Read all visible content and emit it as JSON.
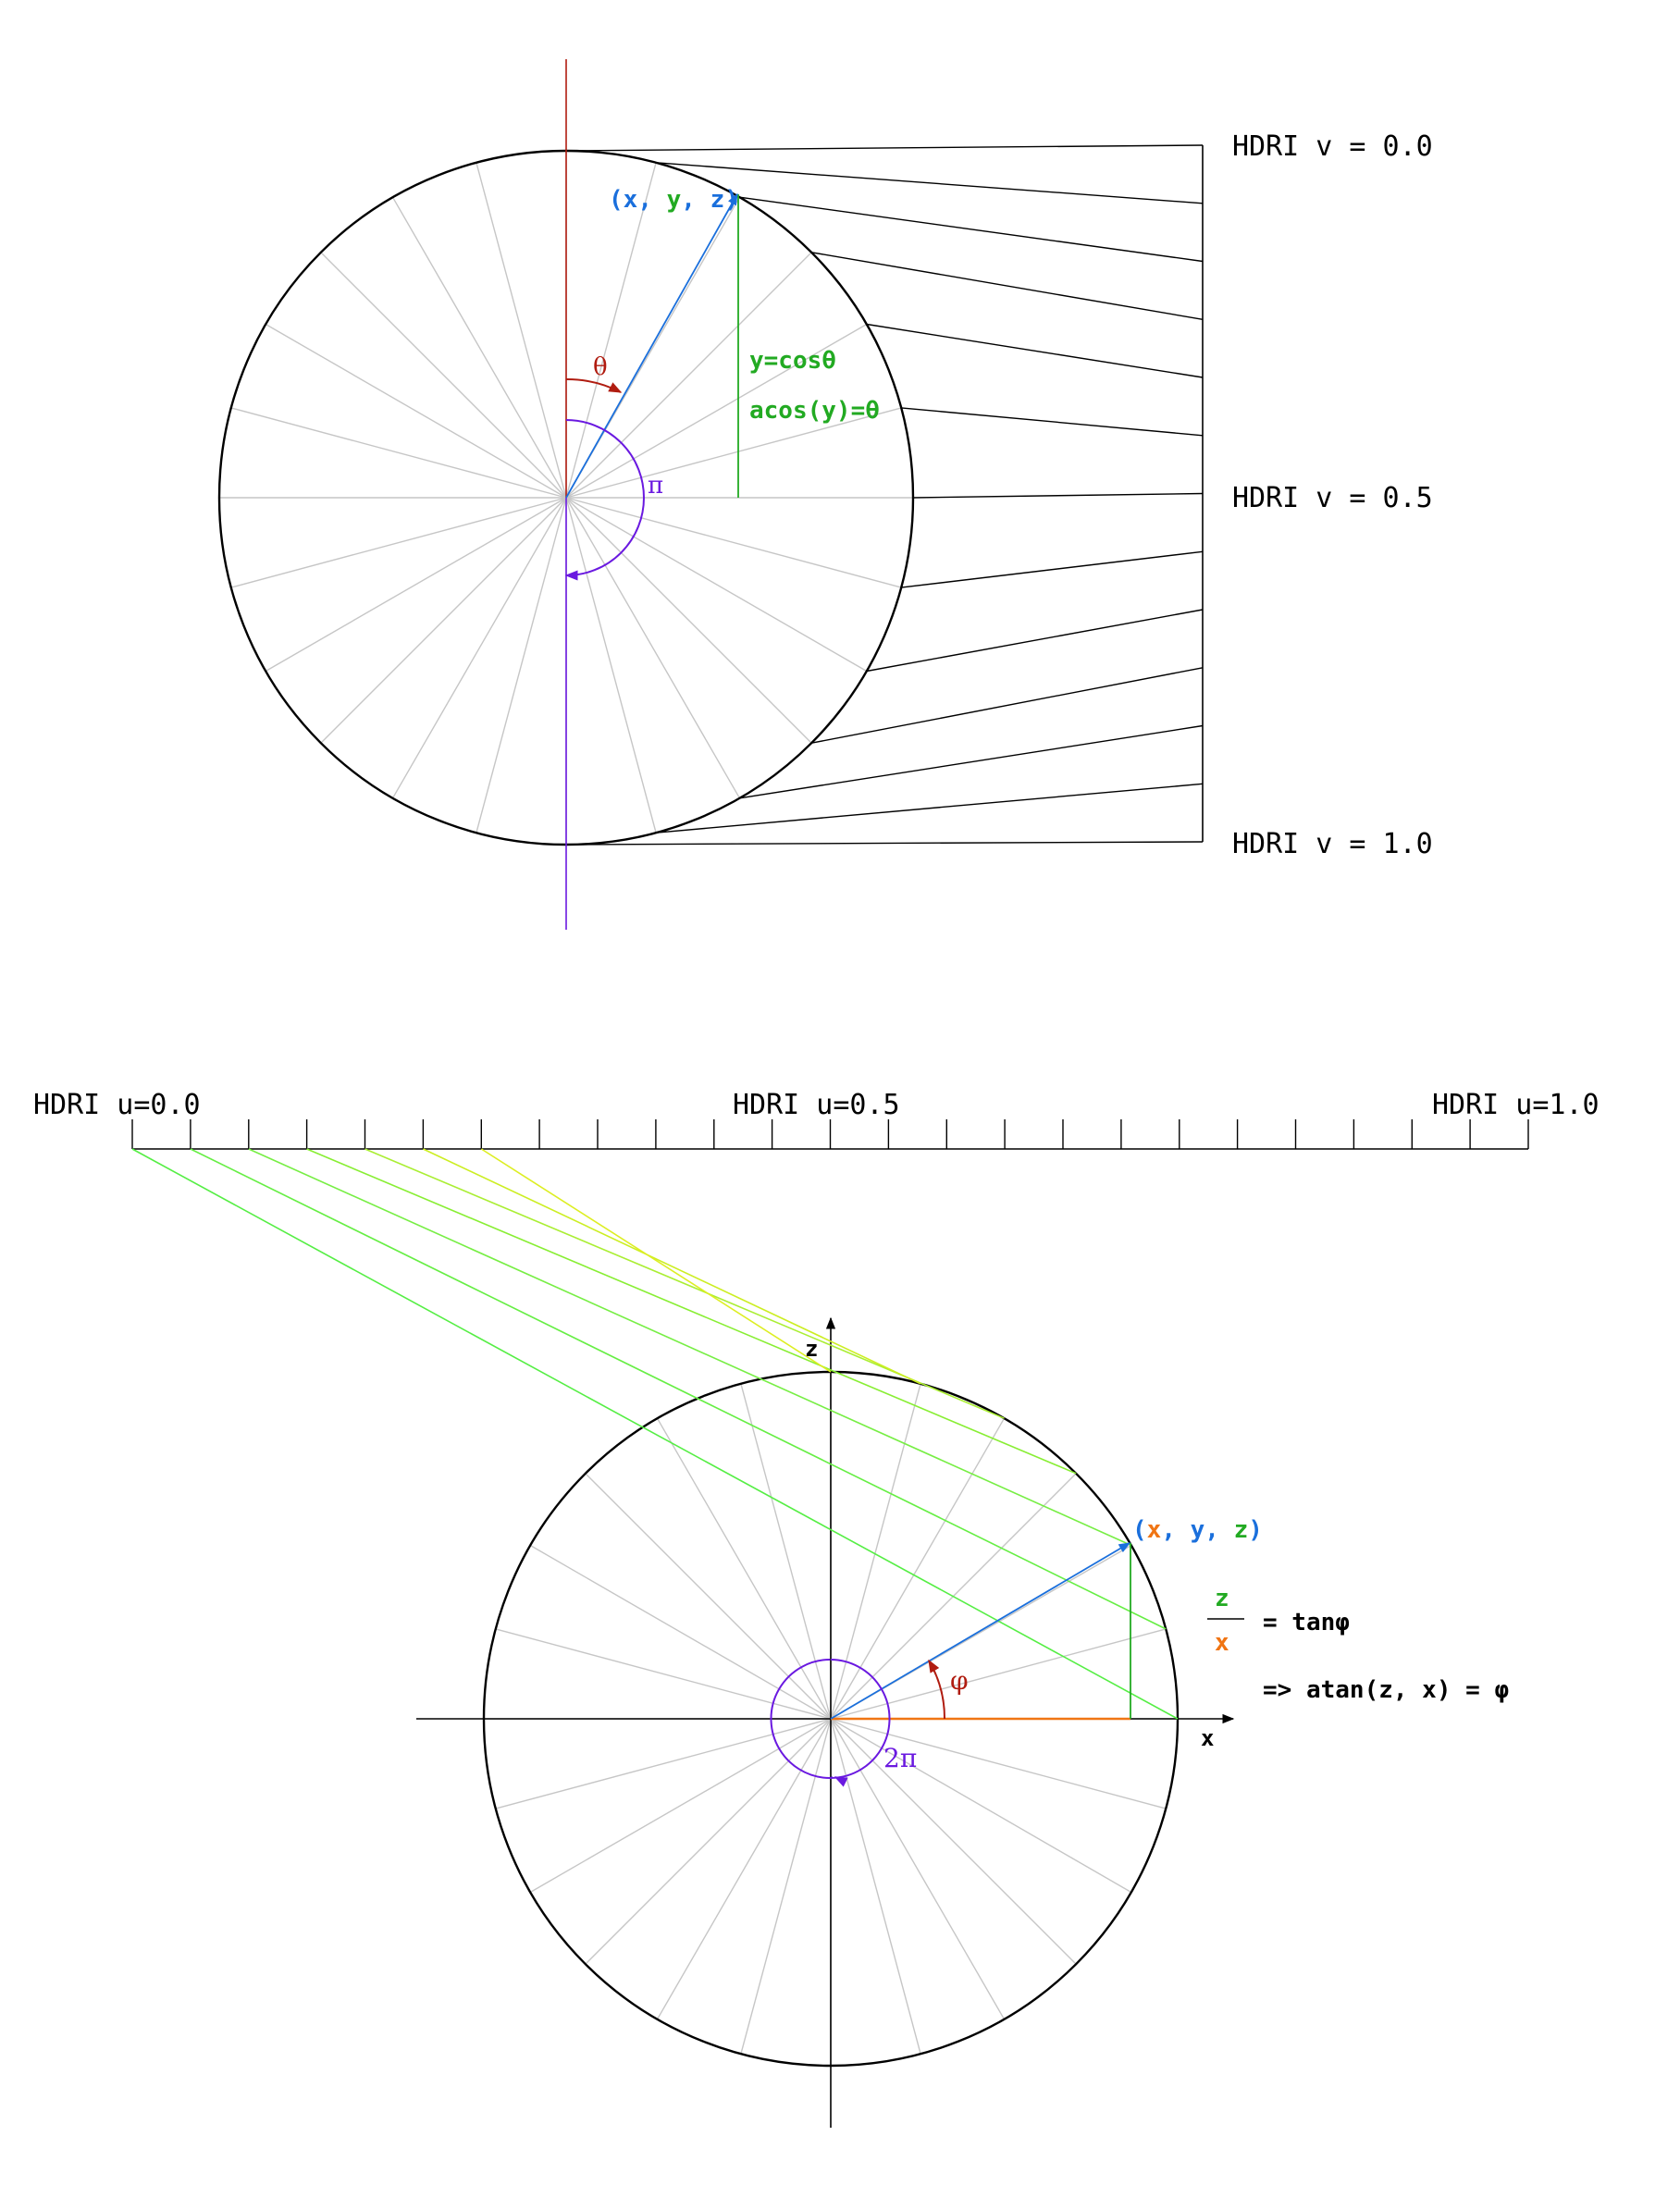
{
  "top": {
    "labels": {
      "v0": "HDRI v = 0.0",
      "v05": "HDRI v = 0.5",
      "v1": "HDRI v = 1.0",
      "point_open": "(",
      "point_x": "x",
      "point_comma1": ", ",
      "point_y": "y",
      "point_comma2": ", ",
      "point_z": "z",
      "point_close": ")",
      "theta": "θ",
      "pi": "π",
      "eq1": "y=cosθ",
      "eq2": "acos(y)=θ"
    }
  },
  "bottom": {
    "labels": {
      "u0": "HDRI u=0.0",
      "u05": "HDRI u=0.5",
      "u1": "HDRI u=1.0",
      "z_axis": "z",
      "x_axis": "x",
      "point_open": "(",
      "point_x": "x",
      "point_comma1": ", ",
      "point_y": "y",
      "point_comma2": ", ",
      "point_z": "z",
      "point_close": ")",
      "phi": "φ",
      "two_pi": "2π",
      "frac_num": "z",
      "frac_den": "x",
      "eq1": "= tanφ",
      "eq2": "=> atan(z, x) = φ"
    }
  },
  "colors": {
    "red": "#b01c10",
    "blue": "#1a6fdc",
    "green": "#22aa22",
    "purple": "#6a19e0",
    "orange": "#f07514",
    "gray": "#c6c6c6",
    "black": "#000000",
    "ray_green": "#55ee44",
    "ray_yellow": "#ddee22"
  }
}
